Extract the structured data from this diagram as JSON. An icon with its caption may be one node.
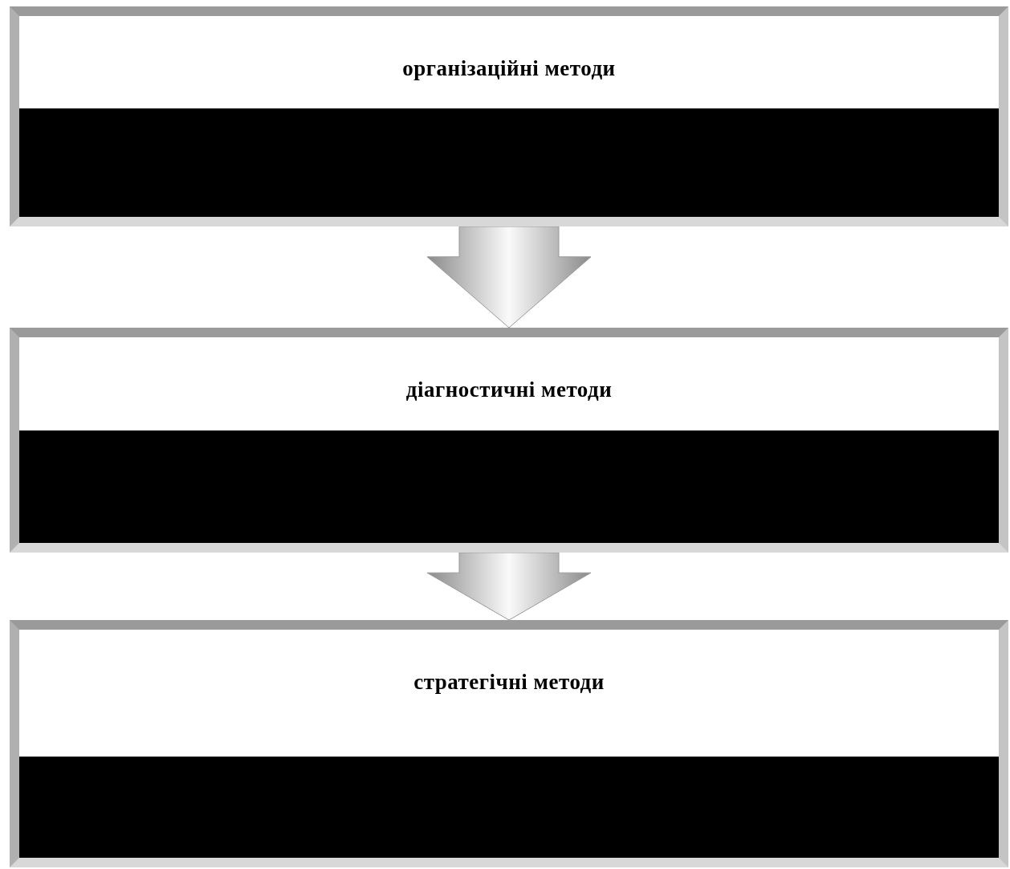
{
  "diagram": {
    "nodes": [
      {
        "text": [
          "організаційні методи"
        ]
      },
      {
        "text": [
          "діагностичні методи"
        ]
      },
      {
        "text": [
          "стратегічні методи"
        ]
      }
    ],
    "edges": [
      {
        "from": 0,
        "to": 1,
        "arrow": "to"
      },
      {
        "from": 1,
        "to": 2,
        "arrow": "to"
      }
    ]
  }
}
